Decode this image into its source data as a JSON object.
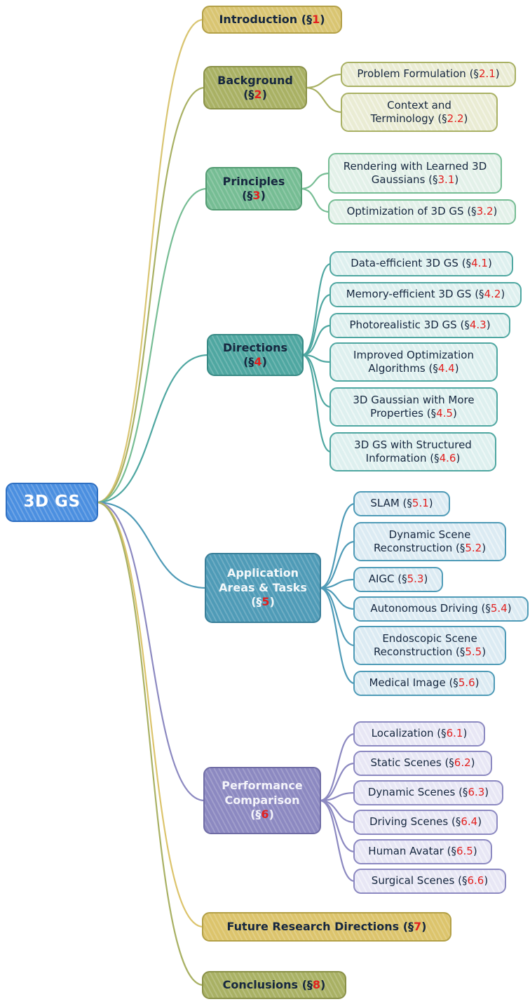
{
  "root": {
    "label": "3D GS"
  },
  "palette": {
    "ref_color": "#e2201f",
    "text_dark": "#16273f",
    "groups": {
      "root": {
        "fill": "#4b8fe0",
        "border": "#2e6fc2",
        "text": "#ffffff"
      },
      "introduction": {
        "fill": "#d9c572",
        "border": "#b3a047",
        "text": "#16273f"
      },
      "background": {
        "fill": "#a9b164",
        "border": "#8a9148",
        "text": "#16273f",
        "child_fill": "#eaecd4"
      },
      "principles": {
        "fill": "#76bd94",
        "border": "#539b72",
        "text": "#16273f",
        "child_fill": "#e3f1e9"
      },
      "directions": {
        "fill": "#4fa7a1",
        "border": "#388a85",
        "text": "#16273f",
        "child_fill": "#def0ef"
      },
      "applications": {
        "fill": "#4f9bb7",
        "border": "#3a7f99",
        "text": "#f4f8fa",
        "child_fill": "#dcebf3"
      },
      "performance": {
        "fill": "#8c89c1",
        "border": "#6f6ca5",
        "text": "#f4f4fa",
        "child_fill": "#e8e7f5"
      },
      "future": {
        "fill": "#dcc46c",
        "border": "#b3a047",
        "text": "#16273f"
      },
      "conclusions": {
        "fill": "#a9b164",
        "border": "#8a9148",
        "text": "#16273f"
      }
    }
  },
  "branches": [
    {
      "id": "introduction",
      "pre": "Introduction (§",
      "ref": "1",
      "post": ")",
      "children": []
    },
    {
      "id": "background",
      "pre": "Background\n(§",
      "ref": "2",
      "post": ")",
      "children": [
        {
          "pre": "Problem Formulation (§",
          "ref": "2.1",
          "post": ")"
        },
        {
          "pre": "Context and\nTerminology (§",
          "ref": "2.2",
          "post": ")"
        }
      ]
    },
    {
      "id": "principles",
      "pre": "Principles\n(§",
      "ref": "3",
      "post": ")",
      "children": [
        {
          "pre": "Rendering with Learned 3D\nGaussians (§",
          "ref": "3.1",
          "post": ")"
        },
        {
          "pre": "Optimization of 3D GS (§",
          "ref": "3.2",
          "post": ")"
        }
      ]
    },
    {
      "id": "directions",
      "pre": "Directions\n(§",
      "ref": "4",
      "post": ")",
      "children": [
        {
          "pre": "Data-efficient 3D GS (§",
          "ref": "4.1",
          "post": ")"
        },
        {
          "pre": "Memory-efficient 3D GS (§",
          "ref": "4.2",
          "post": ")"
        },
        {
          "pre": "Photorealistic 3D GS (§",
          "ref": "4.3",
          "post": ")"
        },
        {
          "pre": "Improved Optimization\nAlgorithms (§",
          "ref": "4.4",
          "post": ")"
        },
        {
          "pre": "3D Gaussian with More\nProperties (§",
          "ref": "4.5",
          "post": ")"
        },
        {
          "pre": "3D GS with Structured\nInformation (§",
          "ref": "4.6",
          "post": ")"
        }
      ]
    },
    {
      "id": "applications",
      "pre": "Application\nAreas & Tasks\n(§",
      "ref": "5",
      "post": ")",
      "children": [
        {
          "pre": "SLAM (§",
          "ref": "5.1",
          "post": ")"
        },
        {
          "pre": "Dynamic Scene\nReconstruction (§",
          "ref": "5.2",
          "post": ")"
        },
        {
          "pre": "AIGC (§",
          "ref": "5.3",
          "post": ")"
        },
        {
          "pre": "Autonomous Driving (§",
          "ref": "5.4",
          "post": ")"
        },
        {
          "pre": "Endoscopic Scene\nReconstruction (§",
          "ref": "5.5",
          "post": ")"
        },
        {
          "pre": "Medical Image (§",
          "ref": "5.6",
          "post": ")"
        }
      ]
    },
    {
      "id": "performance",
      "pre": "Performance\nComparison\n(§",
      "ref": "6",
      "post": ")",
      "children": [
        {
          "pre": "Localization (§",
          "ref": "6.1",
          "post": ")"
        },
        {
          "pre": "Static Scenes (§",
          "ref": "6.2",
          "post": ")"
        },
        {
          "pre": "Dynamic Scenes (§",
          "ref": "6.3",
          "post": ")"
        },
        {
          "pre": "Driving Scenes (§",
          "ref": "6.4",
          "post": ")"
        },
        {
          "pre": "Human Avatar (§",
          "ref": "6.5",
          "post": ")"
        },
        {
          "pre": "Surgical Scenes (§",
          "ref": "6.6",
          "post": ")"
        }
      ]
    },
    {
      "id": "future",
      "pre": "Future Research Directions (§",
      "ref": "7",
      "post": ")",
      "children": []
    },
    {
      "id": "conclusions",
      "pre": "Conclusions (§",
      "ref": "8",
      "post": ")",
      "children": []
    }
  ]
}
